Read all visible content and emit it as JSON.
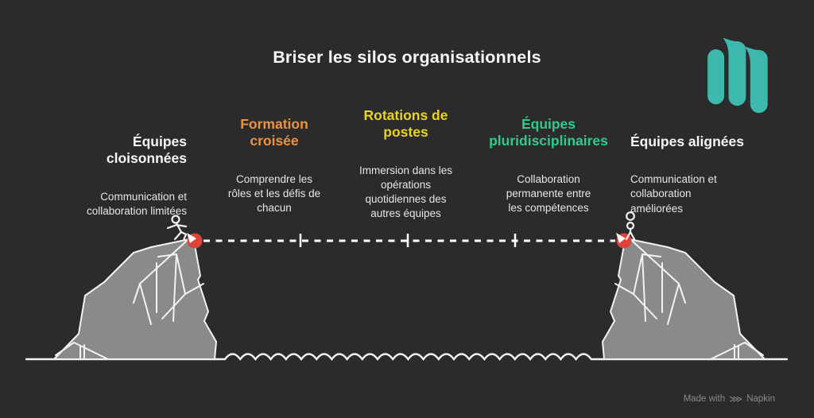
{
  "title": "Briser les silos organisationnels",
  "columns": [
    {
      "id": "equipes-cloisonnees",
      "label": "Équipes\ncloisonnées",
      "description": "Communication et\ncollaboration limitées",
      "color": "#f5f5f5"
    },
    {
      "id": "formation-croisee",
      "label": "Formation\ncroisée",
      "description": "Comprendre les\nrôles et les défis de\nchacun",
      "color": "#f0923c"
    },
    {
      "id": "rotations-de-postes",
      "label": "Rotations de\npostes",
      "description": "Immersion dans les\nopérations\nquotidiennes des\nautres équipes",
      "color": "#e9d420"
    },
    {
      "id": "equipes-pluridisciplinaires",
      "label": "Équipes\npluridisciplinaires",
      "description": "Collaboration\npermanente entre\nles compétences",
      "color": "#2fcb8b"
    },
    {
      "id": "equipes-alignees",
      "label": "Équipes alignées",
      "description": "Communication et\ncollaboration\naméliorées",
      "color": "#f5f5f5"
    }
  ],
  "scene_colors": {
    "background": "#2b2b2b",
    "mountain_fill": "#8a8a8a",
    "line_color": "#f2f2f2",
    "anchor_color": "#df4238",
    "brand_teal": "#3cb8ac"
  },
  "watermark": {
    "prefix": "Made with",
    "brand": "Napkin",
    "icon": "napkin-scribble-icon"
  }
}
